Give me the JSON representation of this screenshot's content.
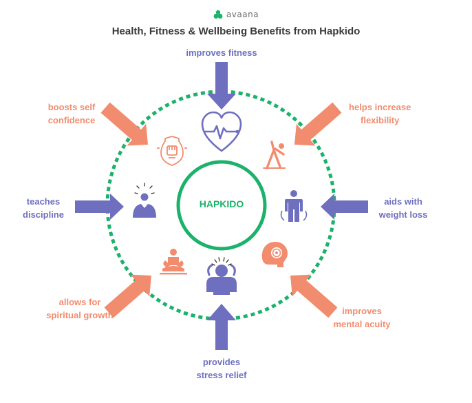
{
  "brand": {
    "name": "avaana",
    "logo_icon": "avaana-leaf-icon"
  },
  "title": "Health, Fitness & Wellbeing Benefits from Hapkido",
  "hub": {
    "label": "HAPKIDO"
  },
  "colors": {
    "blue": "#6e6fbf",
    "orange": "#f28c6e",
    "green": "#1bb26b",
    "title": "#3a3a3a"
  },
  "benefits": [
    {
      "id": "fitness",
      "line1": "improves fitness",
      "line2": "",
      "icon": "heart-pulse-icon"
    },
    {
      "id": "flexibility",
      "line1": "helps increase",
      "line2": "flexibility",
      "icon": "yoga-stretch-icon"
    },
    {
      "id": "weight",
      "line1": "aids with",
      "line2": "weight loss",
      "icon": "weight-loss-person-icon"
    },
    {
      "id": "acuity",
      "line1": "improves",
      "line2": "mental acuity",
      "icon": "brain-target-icon"
    },
    {
      "id": "stress",
      "line1": "provides",
      "line2": "stress relief",
      "icon": "stressed-person-icon"
    },
    {
      "id": "spiritual",
      "line1": "allows for",
      "line2": "spiritual growth",
      "icon": "meditation-icon"
    },
    {
      "id": "discipline",
      "line1": "teaches",
      "line2": "discipline",
      "icon": "focused-person-icon"
    },
    {
      "id": "confidence",
      "line1": "boosts self",
      "line2": "confidence",
      "icon": "fist-badge-icon"
    }
  ]
}
